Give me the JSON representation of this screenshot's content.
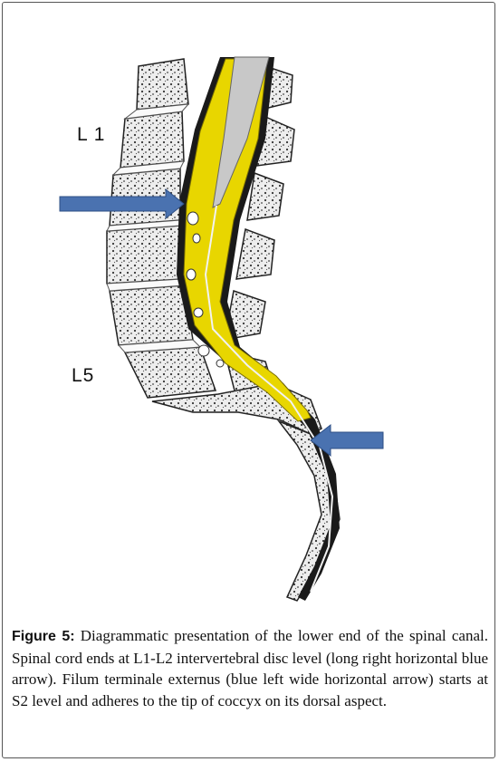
{
  "figure": {
    "labels": {
      "upper_level": "L 1",
      "lower_level": "L5"
    },
    "colors": {
      "arrow": "#4a72b0",
      "cord": "#e8d600",
      "bone": "#ededed",
      "canal": "#1a1a1a"
    },
    "caption": {
      "label": "Figure 5:",
      "text": "Diagrammatic presentation of the lower end of the spinal canal. Spinal cord ends at L1-L2 intervertebral disc level (long right horizontal blue arrow). Filum terminale externus (blue left wide horizontal arrow) starts at S2 level and adheres to the tip of coccyx on its dorsal aspect."
    }
  }
}
